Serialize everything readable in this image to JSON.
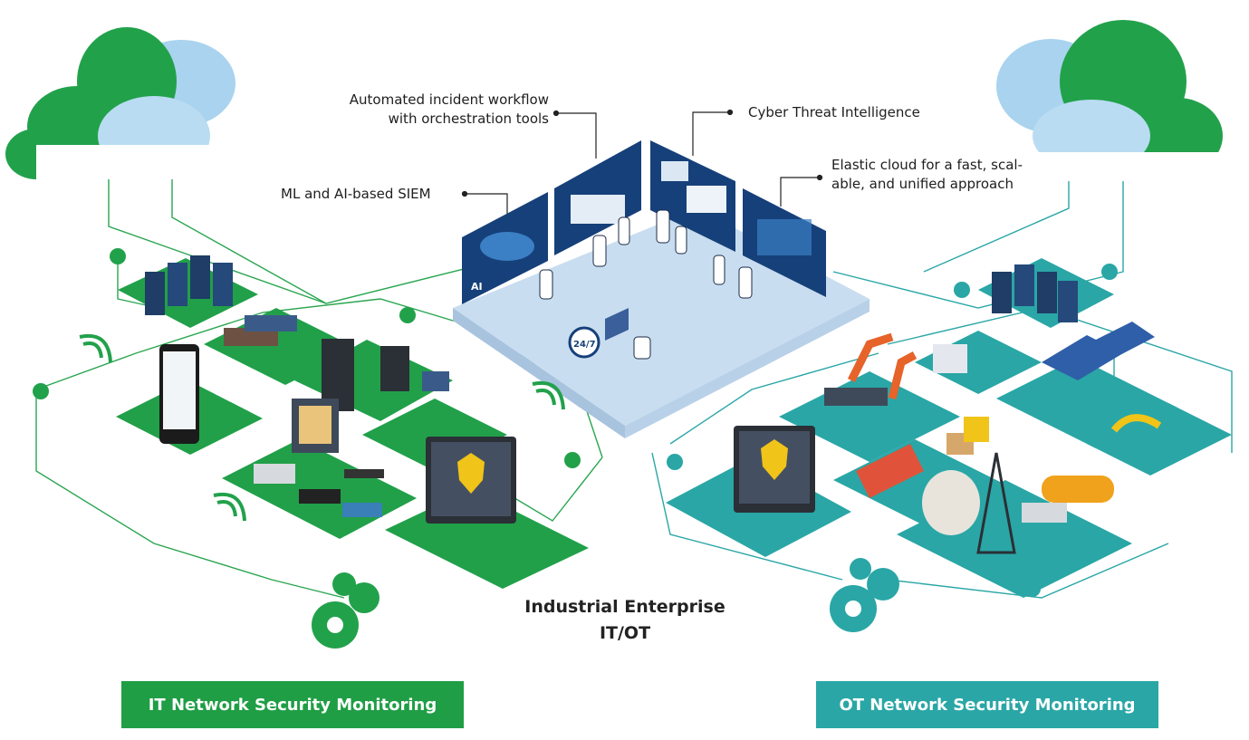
{
  "diagram": {
    "title_line1": "Industrial Enterprise",
    "title_line2": "IT/OT",
    "callouts": {
      "siem": "ML and AI-based SIEM",
      "workflow_line1": "Automated incident workflow",
      "workflow_line2": "with orchestration tools",
      "threat_intel": "Cyber Threat Intelligence",
      "cloud_line1": "Elastic cloud for a fast, scal-",
      "cloud_line2": "able, and unified approach"
    },
    "screen_texts": {
      "ai_badge": "AI",
      "hours_badge": "24/7"
    },
    "banners": {
      "it": "IT Network Security Monitoring",
      "ot": "OT Network Security Monitoring"
    },
    "colors": {
      "it_green": "#1f9e45",
      "ot_teal": "#2aa6a6",
      "soc_floor": "#cfe1f1",
      "screen_navy": "#16407a",
      "cloud_light": "#a9d3ee"
    }
  }
}
